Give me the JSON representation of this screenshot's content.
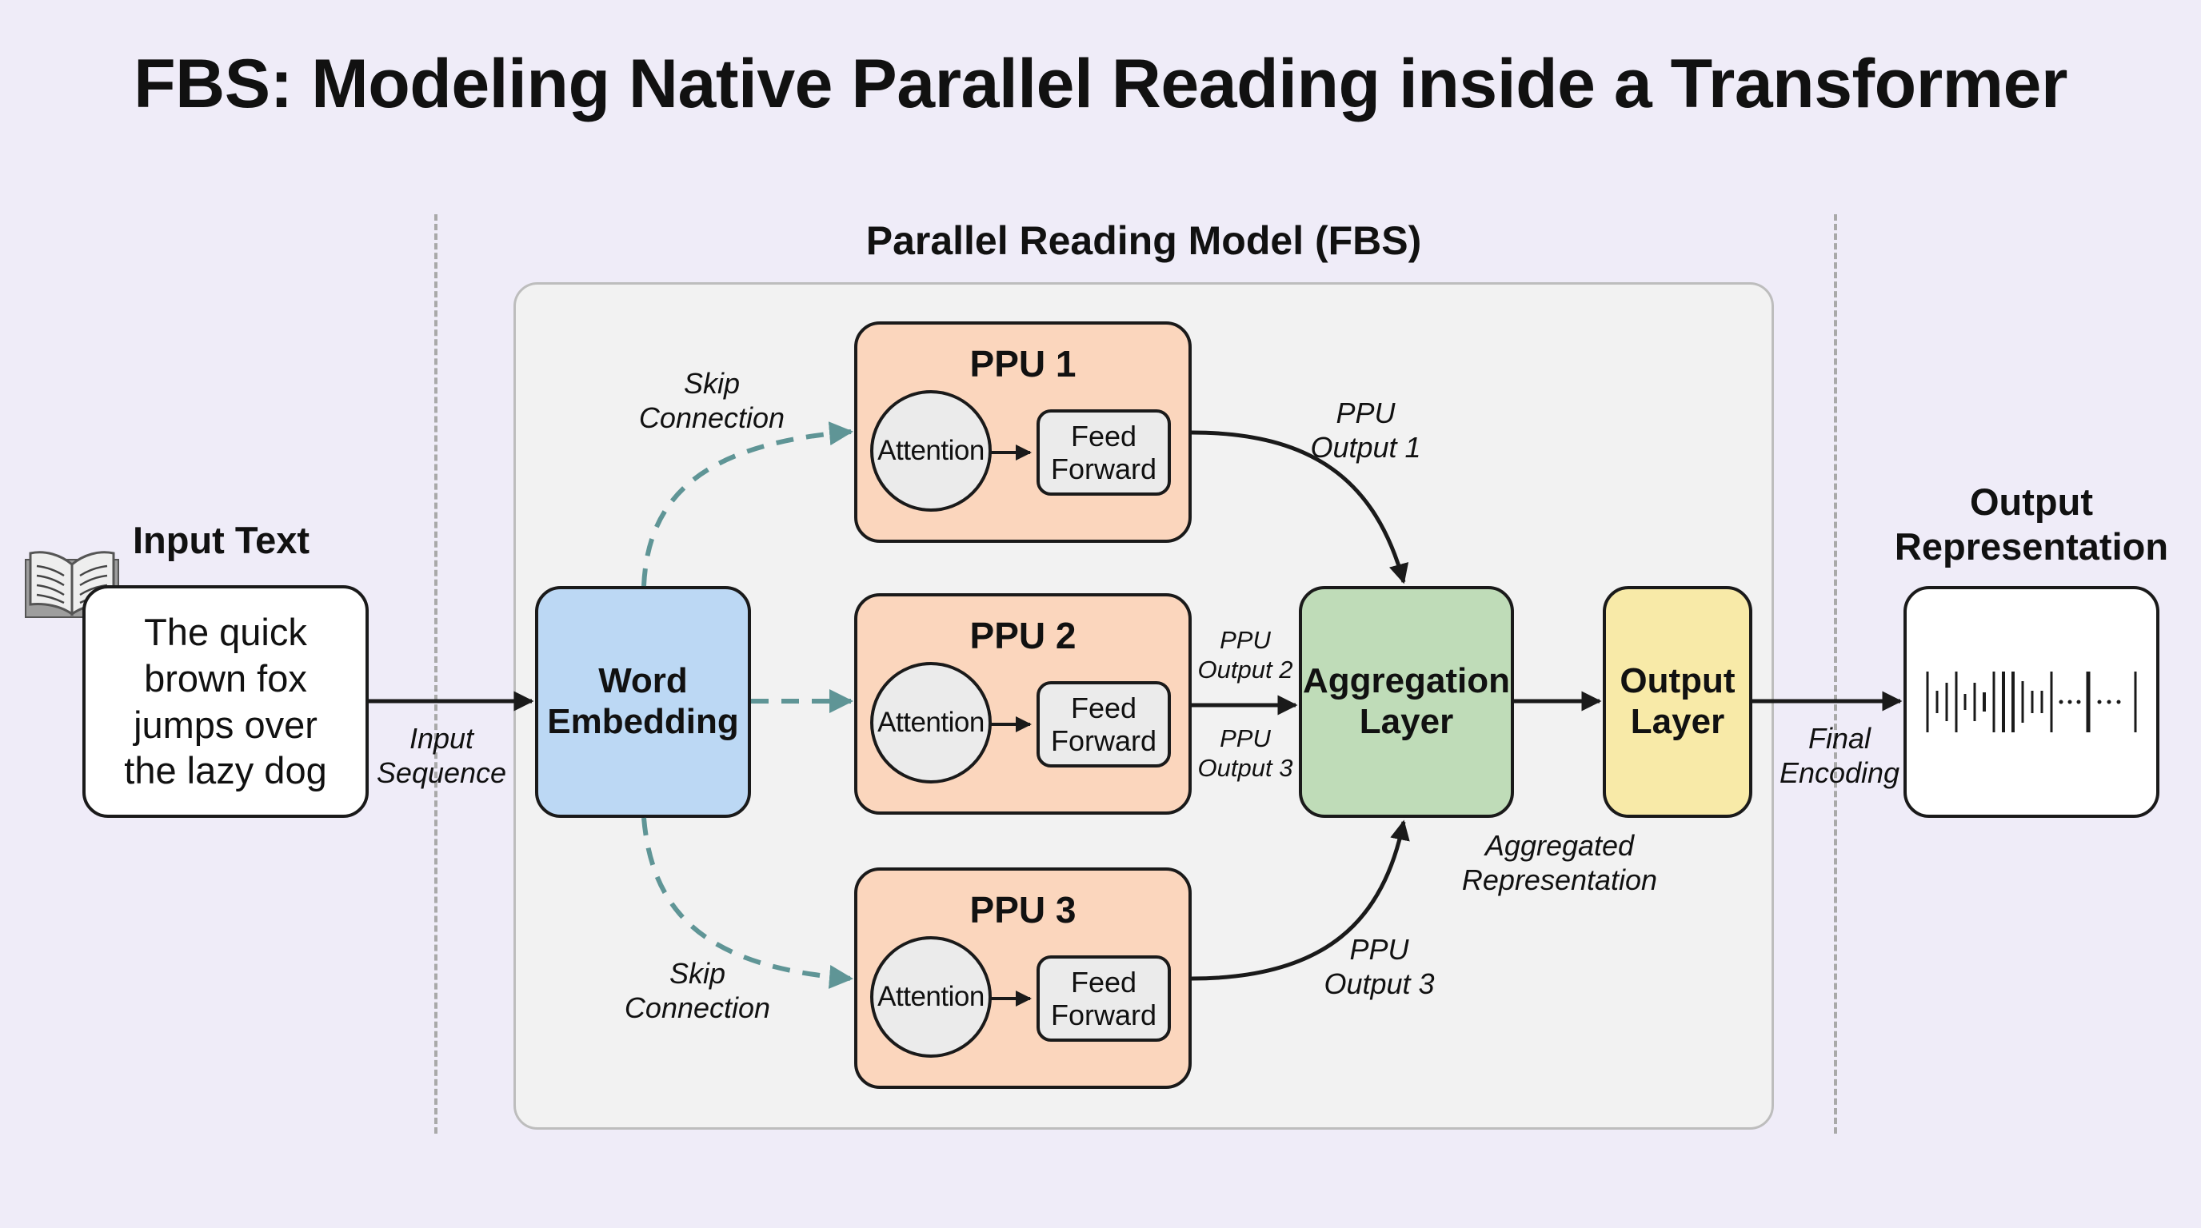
{
  "title": "FBS: Modeling Native Parallel Reading inside a Transformer",
  "section_title": "Parallel Reading Model (FBS)",
  "input": {
    "heading": "Input Text",
    "icon": "open-book-icon",
    "text_lines": [
      "The quick",
      "brown fox",
      "jumps over",
      "the lazy dog"
    ]
  },
  "edges": {
    "input_sequence": [
      "Input",
      "Sequence"
    ],
    "skip_top": [
      "Skip",
      "Connection"
    ],
    "skip_bottom": [
      "Skip",
      "Connection"
    ],
    "ppu_output_1": [
      "PPU",
      "Output 1"
    ],
    "ppu_output_2": [
      "PPU",
      "Output 2"
    ],
    "ppu_output_3_mid": [
      "PPU",
      "Output 3"
    ],
    "ppu_output_3": [
      "PPU",
      "Output 3"
    ],
    "aggregated": [
      "Aggregated",
      "Representation"
    ],
    "final_encoding": [
      "Final",
      "Encoding"
    ]
  },
  "nodes": {
    "word_embedding": [
      "Word",
      "Embedding"
    ],
    "aggregation_layer": [
      "Aggregation",
      "Layer"
    ],
    "output_layer": [
      "Output",
      "Layer"
    ]
  },
  "ppus": [
    {
      "title": "PPU 1",
      "attention": "Attention",
      "feed_forward": [
        "Feed",
        "Forward"
      ]
    },
    {
      "title": "PPU 2",
      "attention": "Attention",
      "feed_forward": [
        "Feed",
        "Forward"
      ]
    },
    {
      "title": "PPU 3",
      "attention": "Attention",
      "feed_forward": [
        "Feed",
        "Forward"
      ]
    }
  ],
  "output": {
    "heading": [
      "Output",
      "Representation"
    ],
    "icon": "barcode-waveform-icon"
  },
  "colors": {
    "background": "#efecf8",
    "panel": "#f2f2f2",
    "word_embedding": "#bcd8f4",
    "ppu": "#fbd6bd",
    "aggregation": "#bfdcb8",
    "output_layer": "#f8eaa8",
    "skip_connection": "#5f9596",
    "arrow": "#1a1a1a"
  }
}
